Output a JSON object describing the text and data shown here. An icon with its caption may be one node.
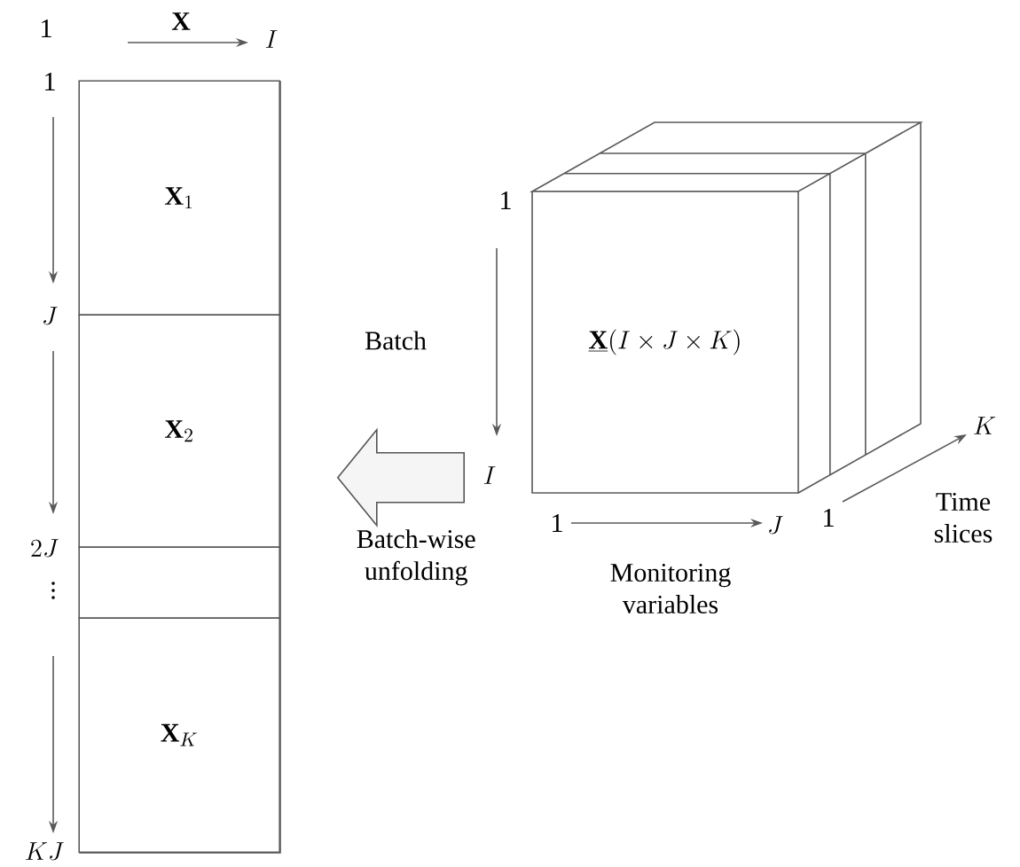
{
  "diagram": {
    "nodes": [
      {
        "text": [],
        "shape": "box"
      },
      {
        "text": [
          "\\mathbf{X}_{1}"
        ],
        "in": 0
      },
      {
        "text": [
          "\\mathbf{X}_{2}"
        ],
        "in": 0
      },
      {
        "text": [],
        "shape": "box",
        "in": 0
      },
      {
        "text": [
          "\\mathbf{X}_{K}"
        ],
        "in": 0
      },
      {
        "text": [
          "\\underline{\\mathbf{X}}(I\\times J\\times K)"
        ]
      }
    ],
    "edges": [
      {
        "from": 5,
        "to": 0,
        "arrow": "to",
        "label": "Batch-wise unfolding"
      }
    ],
    "labels": [
      "1",
      "\\mathbf{X}",
      "I",
      "1",
      "J",
      "2J",
      "\\vdots",
      "KJ",
      "1",
      "Batch",
      "I",
      "1",
      "J",
      "Monitoring variables",
      "1",
      "K",
      "Time slices"
    ]
  }
}
